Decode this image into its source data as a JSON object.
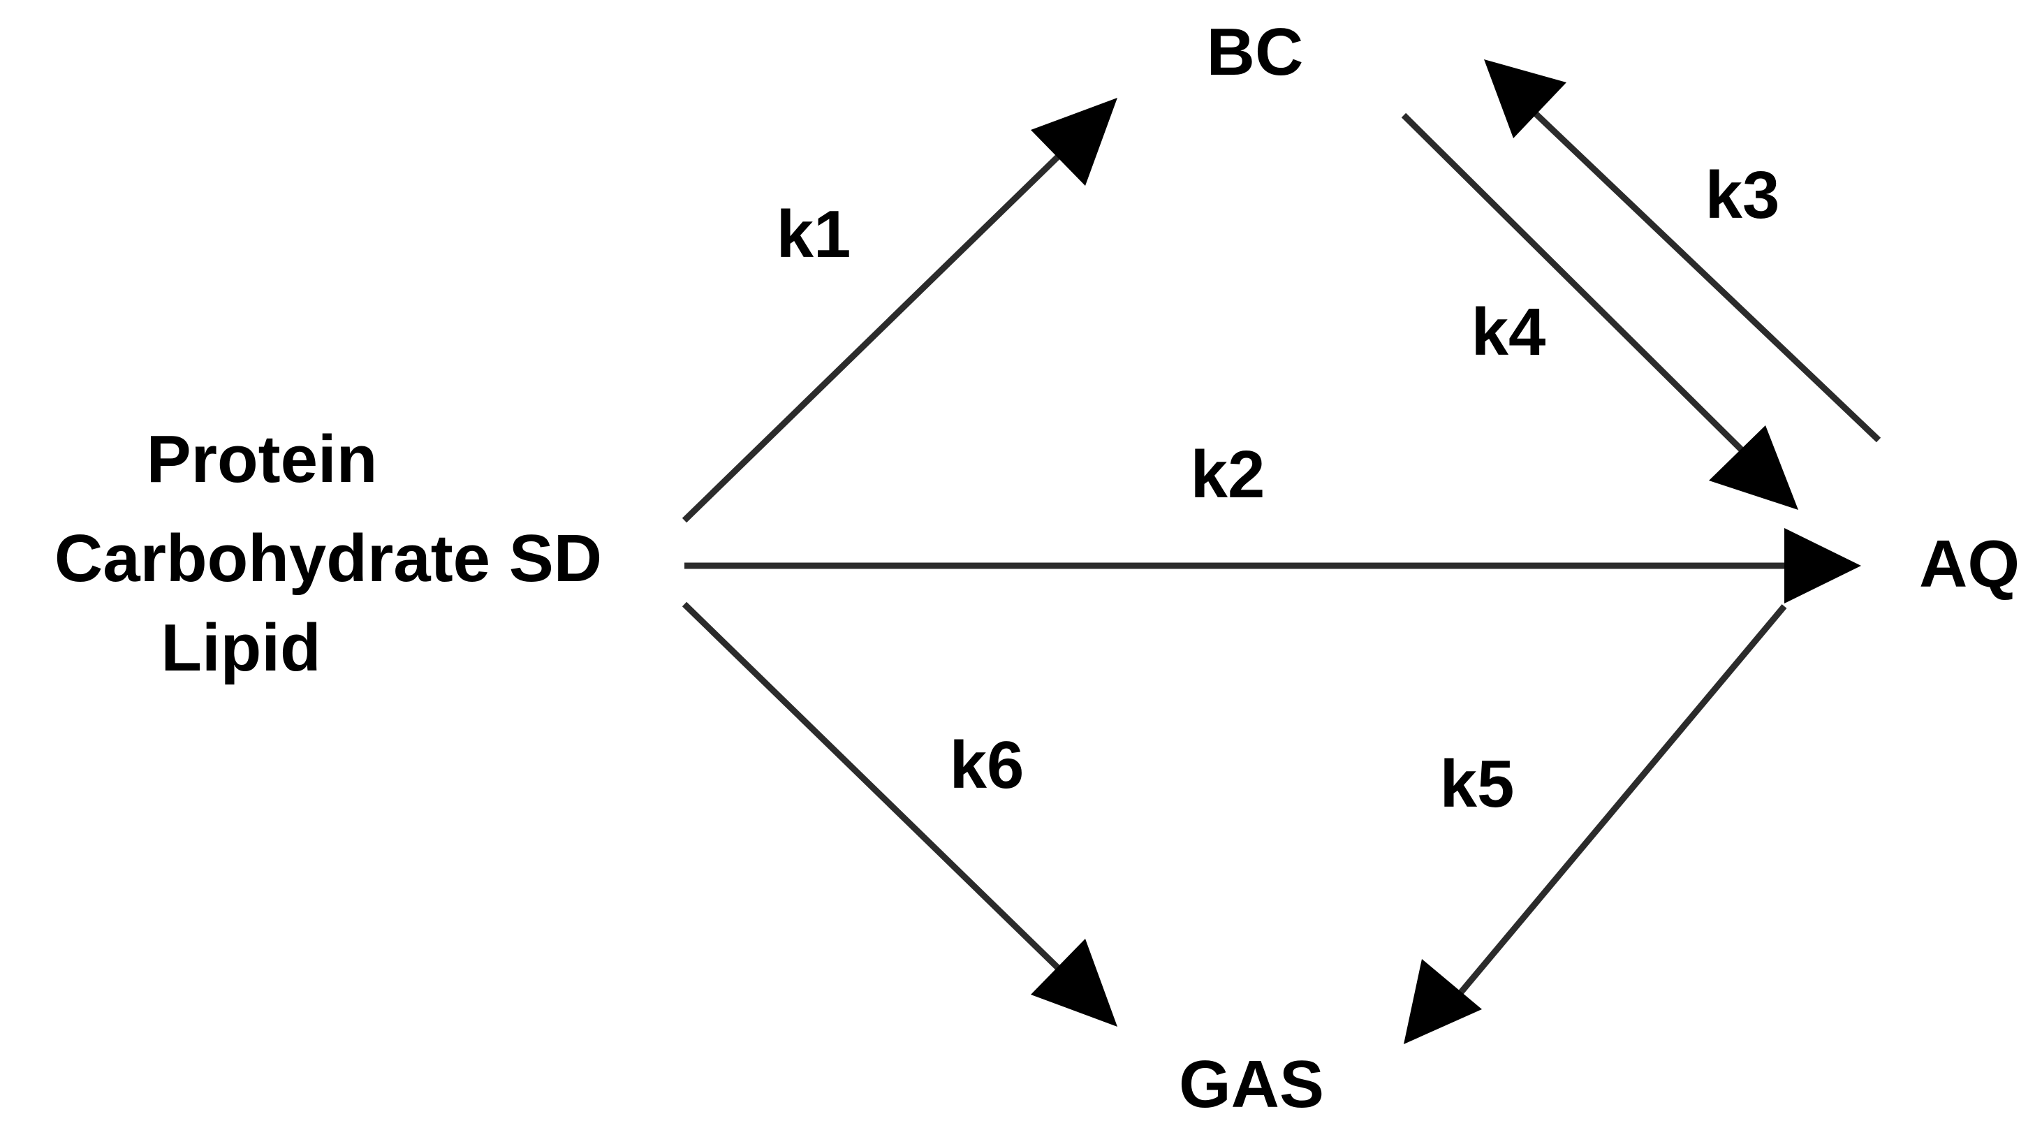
{
  "diagram": {
    "nodes": {
      "sd": {
        "lines": [
          "Protein",
          "Carbohydrate SD",
          "Lipid"
        ]
      },
      "bc": {
        "label": "BC"
      },
      "aq": {
        "label": "AQ"
      },
      "gas": {
        "label": "GAS"
      }
    },
    "edges": [
      {
        "id": "k1",
        "from": "sd",
        "to": "bc",
        "label": "k1"
      },
      {
        "id": "k2",
        "from": "sd",
        "to": "aq",
        "label": "k2"
      },
      {
        "id": "k3",
        "from": "aq",
        "to": "bc",
        "label": "k3"
      },
      {
        "id": "k4",
        "from": "bc",
        "to": "aq",
        "label": "k4"
      },
      {
        "id": "k5",
        "from": "aq",
        "to": "gas",
        "label": "k5"
      },
      {
        "id": "k6",
        "from": "sd",
        "to": "gas",
        "label": "k6"
      }
    ]
  }
}
